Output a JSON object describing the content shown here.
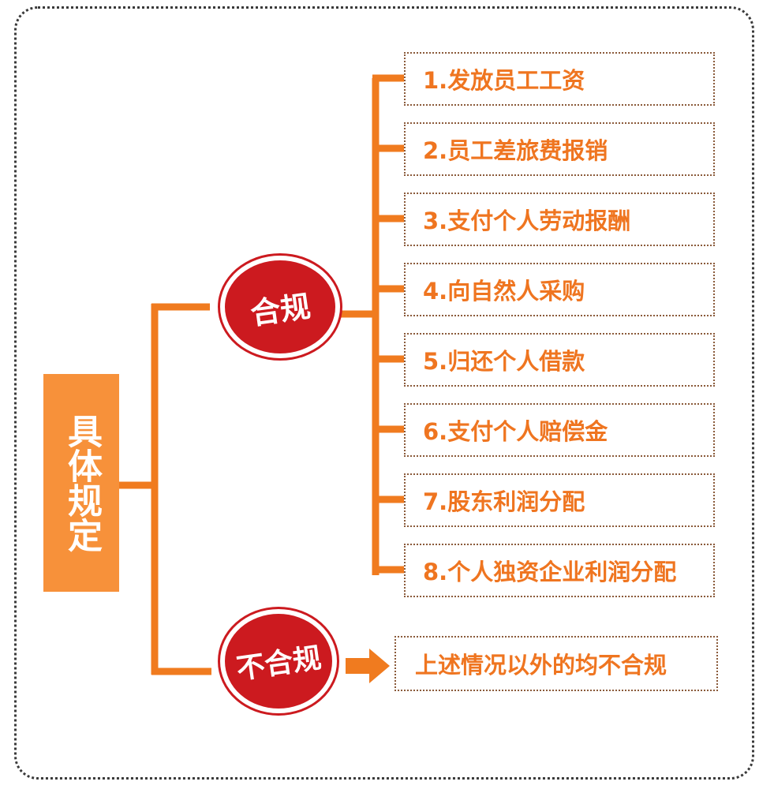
{
  "root": {
    "label": "具体规定"
  },
  "compliant": {
    "label": "合规",
    "items": [
      "1.发放员工工资",
      "2.员工差旅费报销",
      "3.支付个人劳动报酬",
      "4.向自然人采购",
      "5.归还个人借款",
      "6.支付个人赔偿金",
      "7.股东利润分配",
      "8.个人独资企业利润分配"
    ]
  },
  "noncompliant": {
    "label": "不合规",
    "result": "上述情况以外的均不合规"
  },
  "colors": {
    "orange": "#f7913a",
    "line_orange": "#f07b1f",
    "seal_red": "#cc1a1f",
    "text_orange": "#ef7520"
  }
}
